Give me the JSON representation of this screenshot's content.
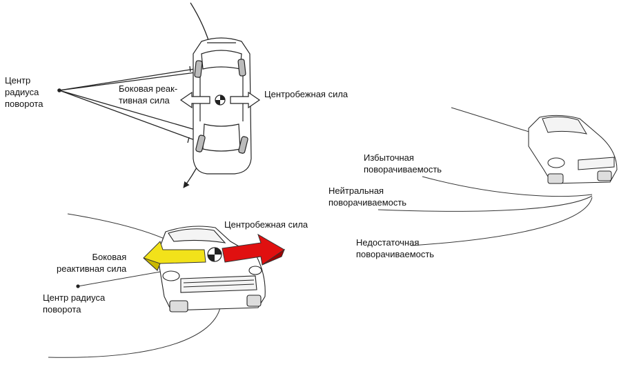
{
  "labels": {
    "top_center_of_radius": "Центр\nрадиуса\nповорота",
    "top_lateral_force": "Боковая реак-\nтивная сила",
    "top_centrifugal_force": "Центробежная сила",
    "bottom_centrifugal_force": "Центробежная сила",
    "bottom_lateral_force": "Боковая\nреактивная сила",
    "bottom_center_of_radius": "Центр радиуса\nповорота",
    "oversteer": "Избыточная\nповорачиваемость",
    "neutral_steer": "Нейтральная\nповорачиваемость",
    "understeer": "Недостаточная\nповорачиваемость"
  },
  "colors": {
    "line": "#222222",
    "lateral_arrow_3d": "#f2e21a",
    "centrifugal_arrow_3d": "#e01010",
    "flat_arrow": "#ffffff"
  },
  "icons": {
    "center_of_gravity": "center-of-gravity-icon",
    "car_top_view": "car-top-view-icon",
    "car_front_view": "car-front-view-icon"
  }
}
